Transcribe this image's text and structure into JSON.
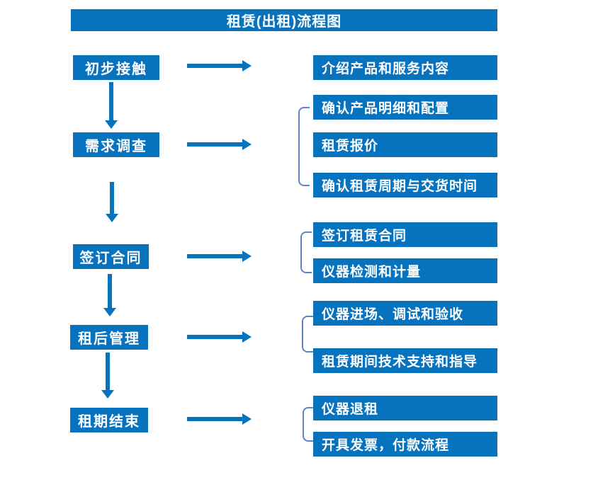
{
  "title": "租赁(出租)流程图",
  "colors": {
    "box_fill": "#0772BE",
    "bracket_line": "#5E86C4",
    "text": "#FFFFFF",
    "background": "#FFFFFF"
  },
  "stages": [
    {
      "label": "初步接触"
    },
    {
      "label": "需求调查"
    },
    {
      "label": "签订合同"
    },
    {
      "label": "租后管理"
    },
    {
      "label": "租期结束"
    }
  ],
  "details": [
    {
      "label": "介绍产品和服务内容",
      "stage": "初步接触"
    },
    {
      "label": "确认产品明细和配置",
      "stage": "需求调查"
    },
    {
      "label": "租赁报价",
      "stage": "需求调查"
    },
    {
      "label": "确认租赁周期与交货时间",
      "stage": "需求调查"
    },
    {
      "label": "签订租赁合同",
      "stage": "签订合同"
    },
    {
      "label": "仪器检测和计量",
      "stage": "签订合同"
    },
    {
      "label": "仪器进场、调试和验收",
      "stage": "租后管理"
    },
    {
      "label": "租赁期间技术支持和指导",
      "stage": "租后管理"
    },
    {
      "label": "仪器退租",
      "stage": "租期结束"
    },
    {
      "label": "开具发票，付款流程",
      "stage": "租期结束"
    }
  ]
}
